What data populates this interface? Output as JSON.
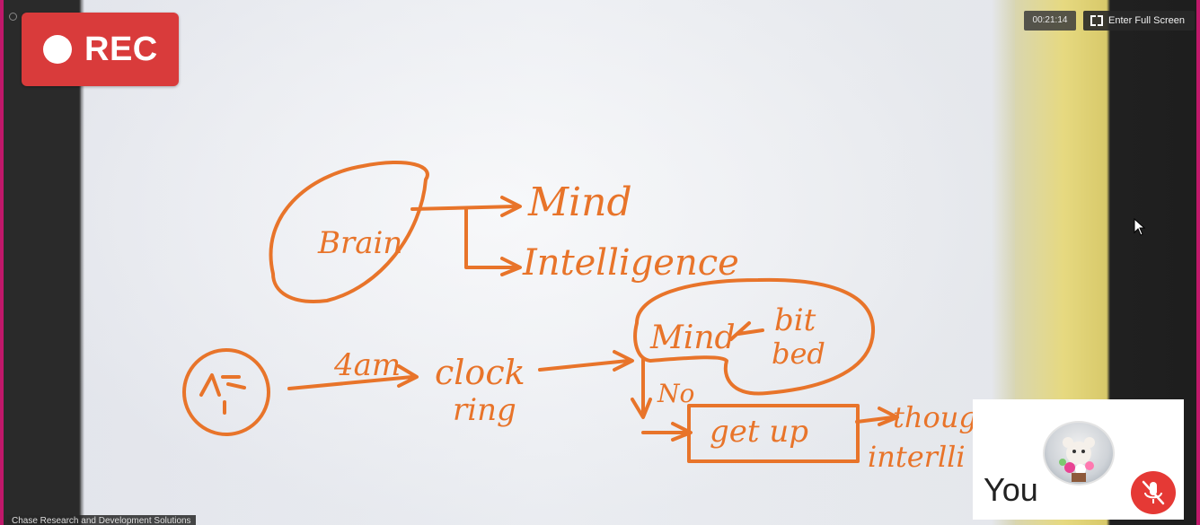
{
  "recording": {
    "label": "REC"
  },
  "video": {
    "elapsed_time": "00:21:14",
    "fullscreen_label": "Enter Full Screen"
  },
  "whiteboard": {
    "words": [
      "Brain",
      "Mind",
      "Intelligence",
      "4am",
      "clock",
      "ring",
      "Mind",
      "bit",
      "bed",
      "No",
      "get up",
      "thought",
      "interlli"
    ]
  },
  "self_view": {
    "name": "You",
    "mic_status": "muted"
  },
  "footer": {
    "organization": "Chase Research and Development Solutions"
  },
  "colors": {
    "rec": "#d93b3b",
    "marker": "#e8742a",
    "mic_muted": "#e53935",
    "accent_edge": "#c0186a"
  },
  "icons": [
    "record-dot-icon",
    "fullscreen-icon",
    "mouse-pointer-icon",
    "microphone-muted-icon"
  ]
}
